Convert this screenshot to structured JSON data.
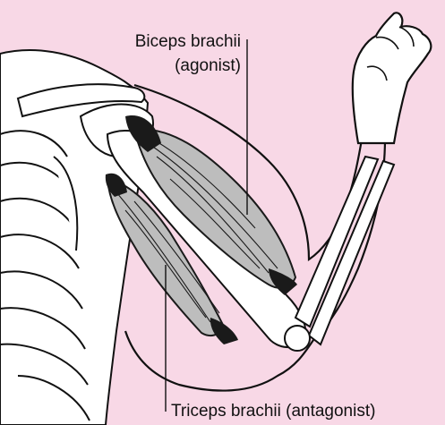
{
  "colors": {
    "background": "#f8d8e6",
    "bone_fill": "#ffffff",
    "muscle_fill": "#bdbdbd",
    "muscle_dark": "#1a1a1a",
    "line": "#111111"
  },
  "labels": {
    "biceps_line1": "Biceps brachii",
    "biceps_line2": "(agonist)",
    "triceps": "Triceps brachii (antagonist)"
  }
}
